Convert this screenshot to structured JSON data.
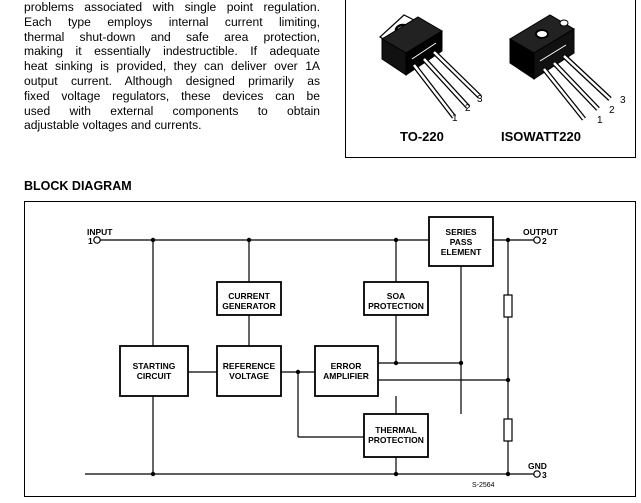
{
  "description": {
    "lines": [
      "problems associated with single point regulation.",
      "Each type employs internal current limiting,",
      "thermal shut-down and safe area protection,",
      "making it essentially indestructible. If adequate",
      "heat sinking is provided, they can deliver over 1A",
      "output current. Although designed primarily as",
      "fixed voltage regulators, these devices can be",
      "used with external components to obtain",
      "adjustable voltages and currents."
    ]
  },
  "packages": {
    "left_label": "TO-220",
    "right_label": "ISOWATT220",
    "pins": [
      "1",
      "2",
      "3"
    ]
  },
  "block_diagram": {
    "title": "BLOCK DIAGRAM",
    "input_label": "INPUT",
    "input_pin": "1",
    "output_label": "OUTPUT",
    "output_pin": "2",
    "gnd_label": "GND",
    "gnd_pin": "3",
    "code": "S-2564",
    "blocks": {
      "series_pass": [
        "SERIES",
        "PASS",
        "ELEMENT"
      ],
      "current_generator": [
        "CURRENT",
        "GENERATOR"
      ],
      "soa_protection": [
        "SOA",
        "PROTECTION"
      ],
      "starting_circuit": [
        "STARTING",
        "CIRCUIT"
      ],
      "reference_voltage": [
        "REFERENCE",
        "VOLTAGE"
      ],
      "error_amplifier": [
        "ERROR",
        "AMPLIFIER"
      ],
      "thermal_protection": [
        "THERMAL",
        "PROTECTION"
      ]
    }
  }
}
